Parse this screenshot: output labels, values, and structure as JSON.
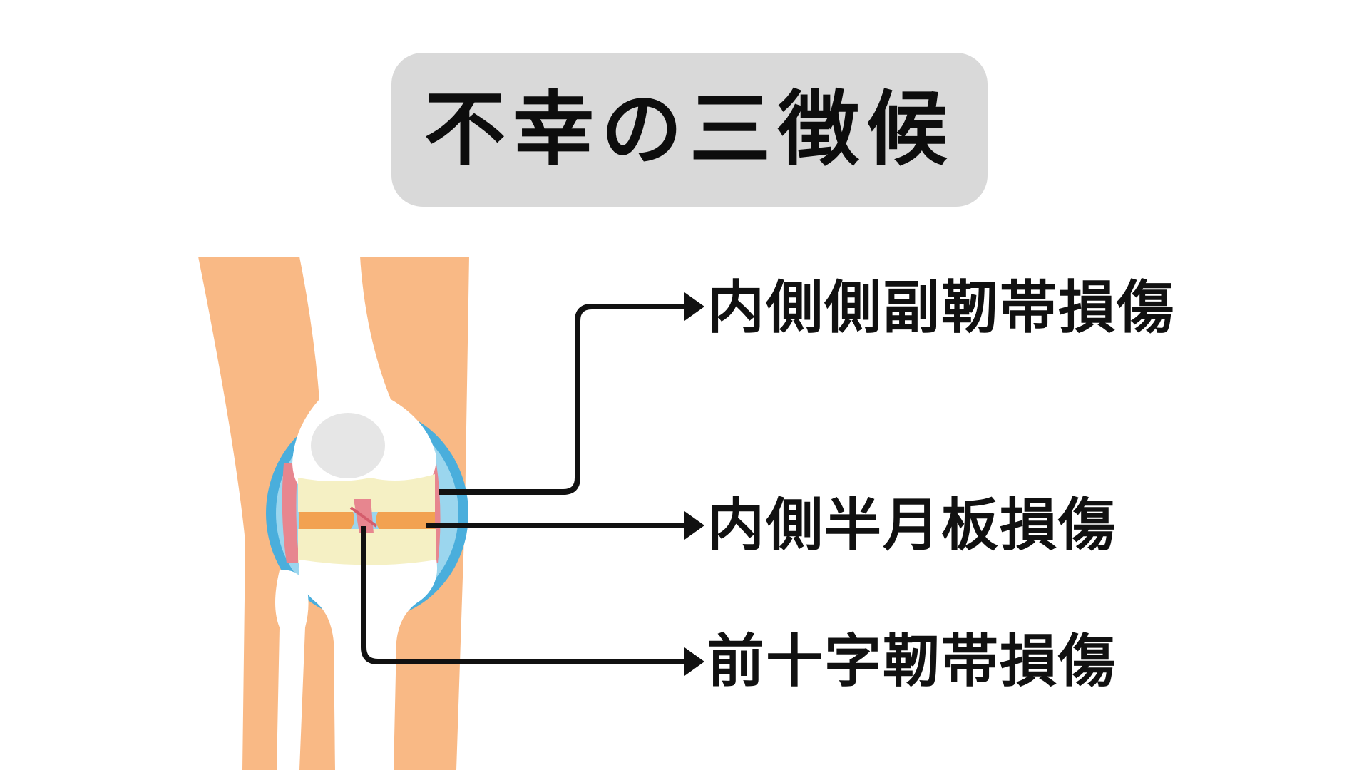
{
  "title": "不幸の三徴候",
  "labels": {
    "mcl": "内側側副靭帯損傷",
    "meniscus": "内側半月板損傷",
    "acl": "前十字靭帯損傷"
  },
  "colors": {
    "skin": "#f9b985",
    "bone": "#ffffff",
    "patella": "#e6e6e6",
    "cartilage": "#f5f0c4",
    "meniscus": "#f2a251",
    "joint_capsule_outer": "#4aaedc",
    "joint_capsule_inner": "#9bd6ee",
    "ligament": "#e7868f",
    "arrow": "#111111",
    "title_bg": "#d9d9d9"
  }
}
